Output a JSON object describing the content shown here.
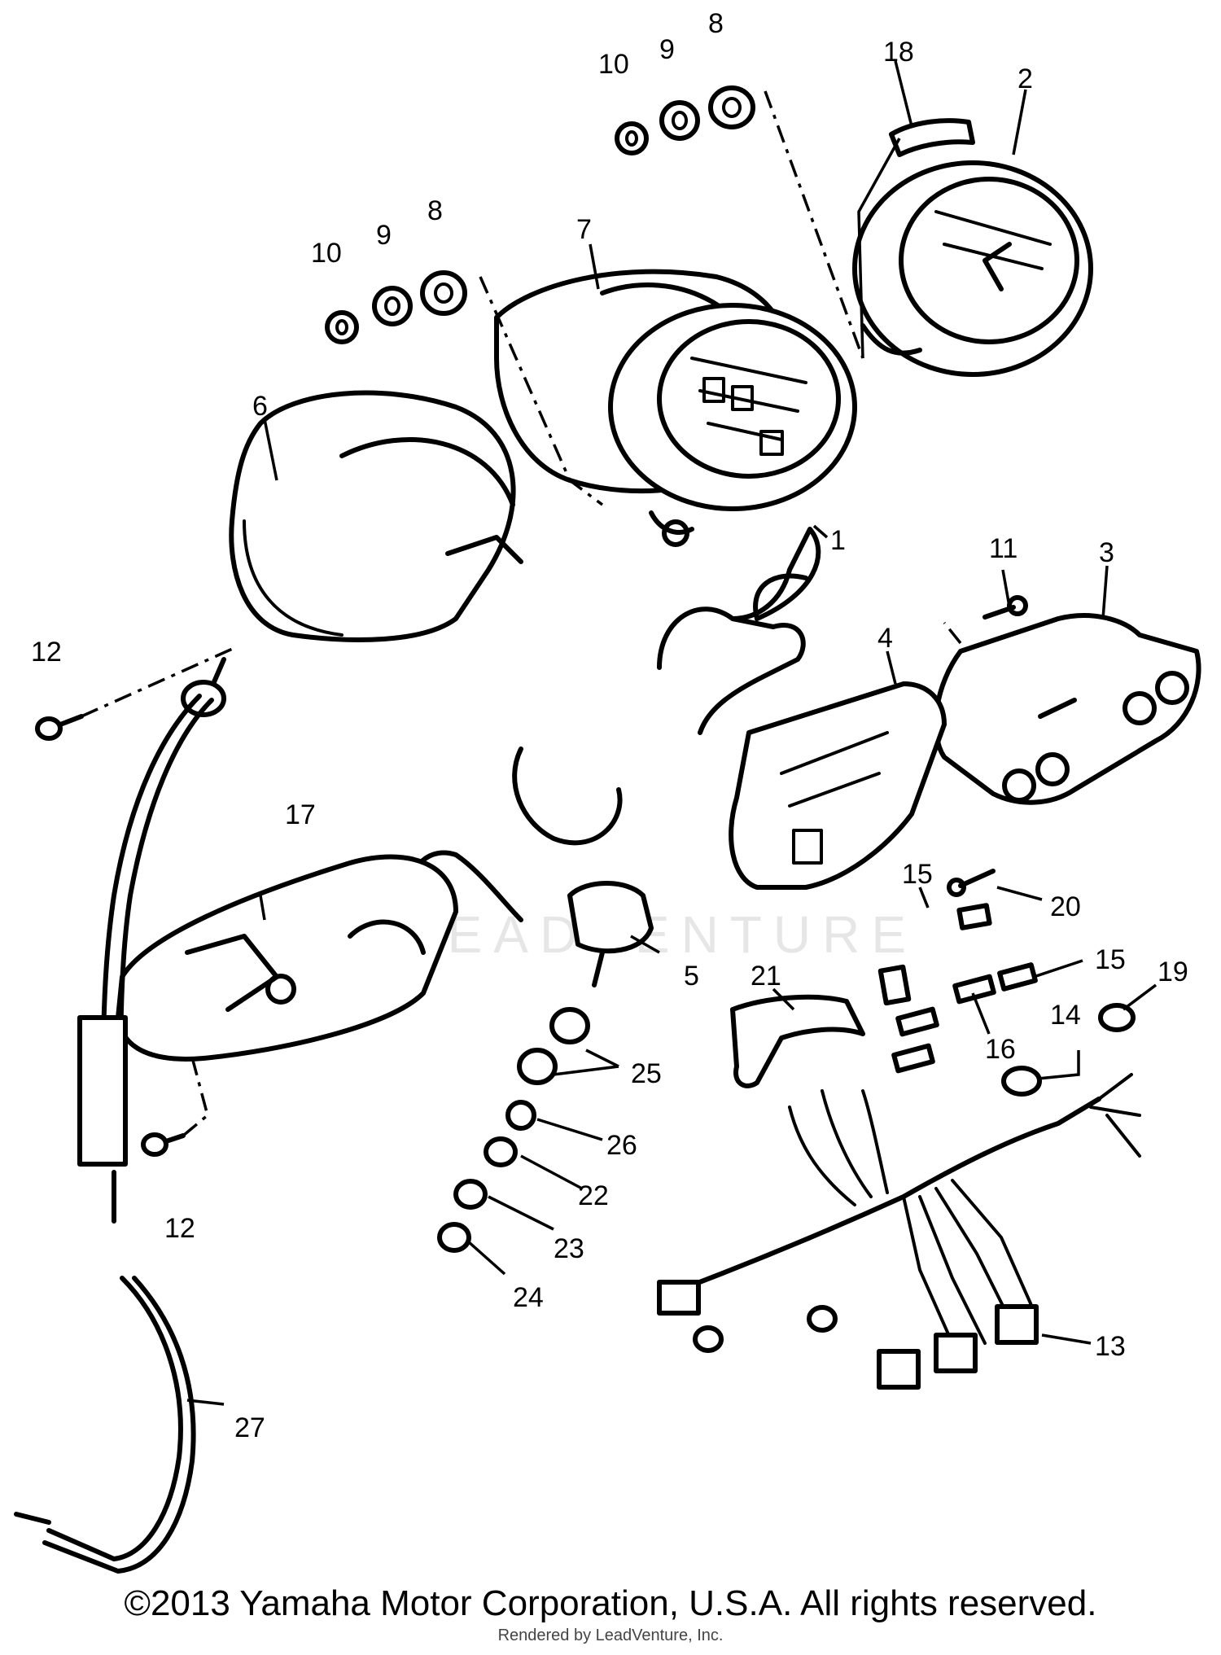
{
  "diagram": {
    "watermark": "LEADVENTURE",
    "labels": [
      {
        "id": "1",
        "text": "1"
      },
      {
        "id": "2",
        "text": "2"
      },
      {
        "id": "3",
        "text": "3"
      },
      {
        "id": "4",
        "text": "4"
      },
      {
        "id": "5",
        "text": "5"
      },
      {
        "id": "6",
        "text": "6"
      },
      {
        "id": "7",
        "text": "7"
      },
      {
        "id": "8a",
        "text": "8"
      },
      {
        "id": "8b",
        "text": "8"
      },
      {
        "id": "9a",
        "text": "9"
      },
      {
        "id": "9b",
        "text": "9"
      },
      {
        "id": "10a",
        "text": "10"
      },
      {
        "id": "10b",
        "text": "10"
      },
      {
        "id": "11",
        "text": "11"
      },
      {
        "id": "12a",
        "text": "12"
      },
      {
        "id": "12b",
        "text": "12"
      },
      {
        "id": "13",
        "text": "13"
      },
      {
        "id": "14",
        "text": "14"
      },
      {
        "id": "15a",
        "text": "15"
      },
      {
        "id": "15b",
        "text": "15"
      },
      {
        "id": "16",
        "text": "16"
      },
      {
        "id": "17",
        "text": "17"
      },
      {
        "id": "18",
        "text": "18"
      },
      {
        "id": "19",
        "text": "19"
      },
      {
        "id": "20",
        "text": "20"
      },
      {
        "id": "21",
        "text": "21"
      },
      {
        "id": "22",
        "text": "22"
      },
      {
        "id": "23",
        "text": "23"
      },
      {
        "id": "24",
        "text": "24"
      },
      {
        "id": "25",
        "text": "25"
      },
      {
        "id": "26",
        "text": "26"
      },
      {
        "id": "27",
        "text": "27"
      }
    ]
  },
  "footer": {
    "copyright": "©2013 Yamaha Motor Corporation, U.S.A. All rights reserved.",
    "rendered_by": "Rendered by LeadVenture, Inc."
  }
}
